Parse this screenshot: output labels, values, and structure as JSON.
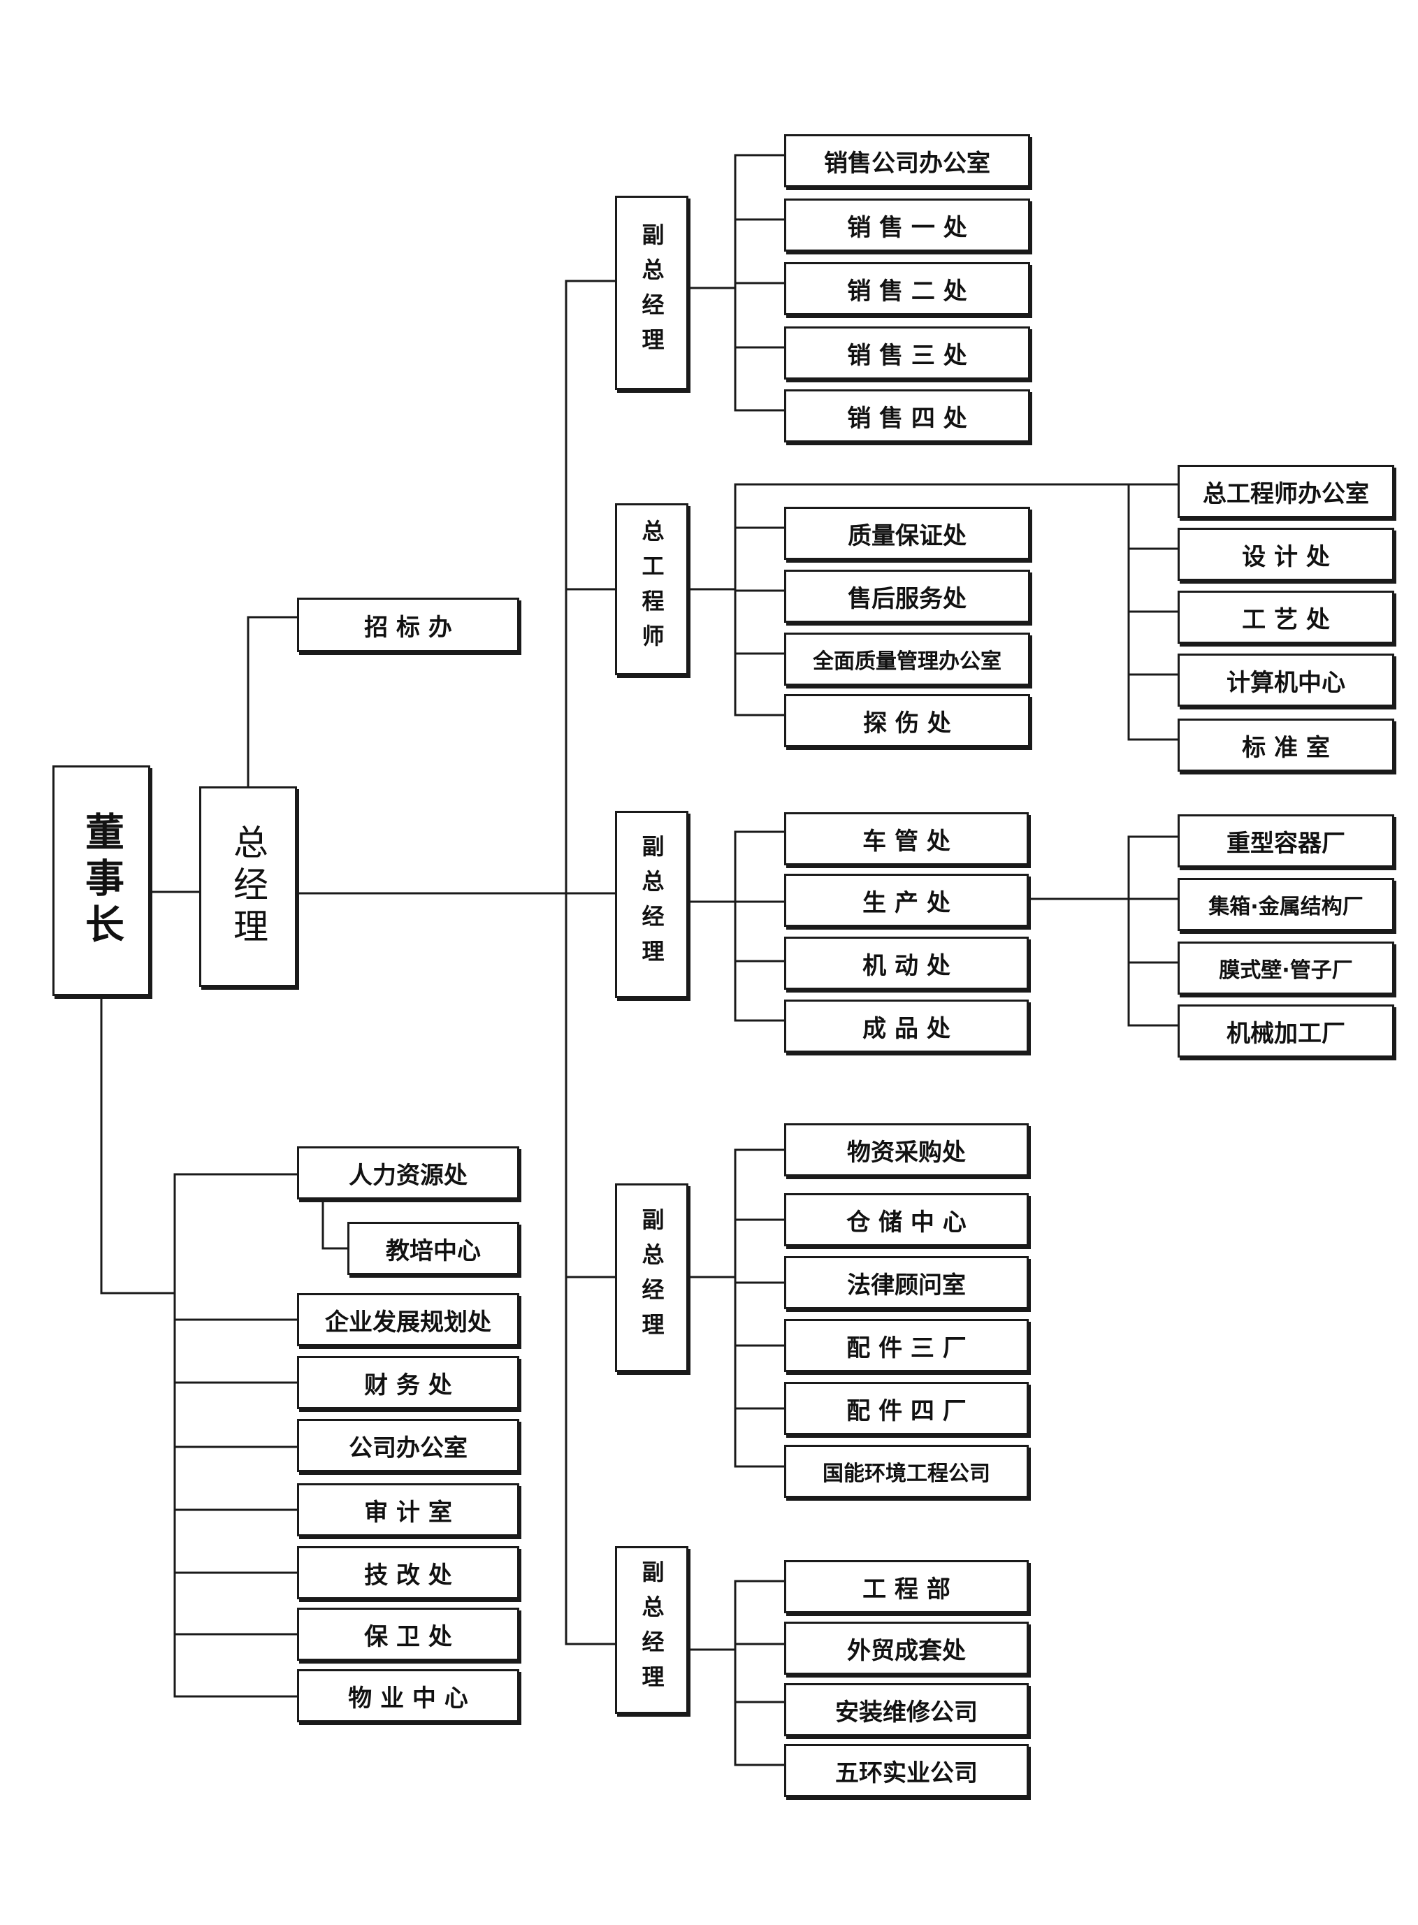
{
  "chairman": "董事长",
  "general_manager": "总经理",
  "bidding_office": "招 标 办",
  "staff_departments": [
    "人力资源处",
    "教培中心",
    "企业发展规划处",
    "财 务 处",
    "公司办公室",
    "审 计 室",
    "技 改 处",
    "保 卫 处",
    "物 业 中 心"
  ],
  "deputy_sales": {
    "title": "副总经理",
    "units": [
      "销售公司办公室",
      "销 售 一 处",
      "销 售 二 处",
      "销 售 三 处",
      "销 售 四 处"
    ]
  },
  "chief_engineer": {
    "title": "总工程师",
    "units": [
      "质量保证处",
      "售后服务处",
      "全面质量管理办公室",
      "探 伤 处"
    ],
    "right_units": [
      "总工程师办公室",
      "设 计 处",
      "工 艺 处",
      "计算机中心",
      "标 准 室"
    ]
  },
  "deputy_production": {
    "title": "副总经理",
    "units": [
      "车 管 处",
      "生 产 处",
      "机 动 处",
      "成 品 处"
    ],
    "factories": [
      "重型容器厂",
      "集箱·金属结构厂",
      "膜式壁·管子厂",
      "机械加工厂"
    ]
  },
  "deputy_supply": {
    "title": "副总经理",
    "units": [
      "物资采购处",
      "仓 储 中 心",
      "法律顾问室",
      "配 件 三 厂",
      "配 件 四 厂",
      "国能环境工程公司"
    ]
  },
  "deputy_engineering": {
    "title": "副总经理",
    "units": [
      "工 程 部",
      "外贸成套处",
      "安装维修公司",
      "五环实业公司"
    ]
  }
}
